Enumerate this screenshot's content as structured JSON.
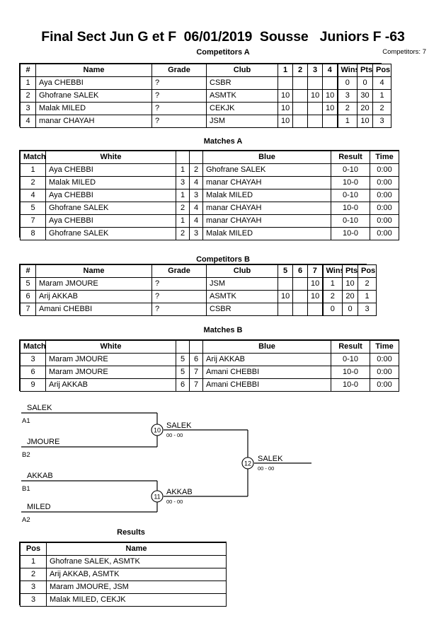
{
  "header": {
    "title": "Final Sect Jun G et F  06/01/2019  Sousse   Juniors F -63",
    "competitors_label": "Competitors: 7"
  },
  "sections": {
    "competitors_a": "Competitors A",
    "matches_a": "Matches A",
    "competitors_b": "Competitors B",
    "matches_b": "Matches B",
    "results": "Results"
  },
  "competitors_a": {
    "columns": [
      "#",
      "Name",
      "Grade",
      "Club",
      "1",
      "2",
      "3",
      "4",
      "Wins",
      "Pts",
      "Pos"
    ],
    "rows": [
      {
        "num": "1",
        "name": "Aya CHEBBI",
        "grade": "?",
        "club": "CSBR",
        "m1": "",
        "m2": "",
        "m3": "",
        "m4": "",
        "wins": "0",
        "pts": "0",
        "pos": "4"
      },
      {
        "num": "2",
        "name": "Ghofrane SALEK",
        "grade": "?",
        "club": "ASMTK",
        "m1": "10",
        "m2": "",
        "m3": "10",
        "m4": "10",
        "wins": "3",
        "pts": "30",
        "pos": "1"
      },
      {
        "num": "3",
        "name": "Malak MILED",
        "grade": "?",
        "club": "CEKJK",
        "m1": "10",
        "m2": "",
        "m3": "",
        "m4": "10",
        "wins": "2",
        "pts": "20",
        "pos": "2"
      },
      {
        "num": "4",
        "name": "manar CHAYAH",
        "grade": "?",
        "club": "JSM",
        "m1": "10",
        "m2": "",
        "m3": "",
        "m4": "",
        "wins": "1",
        "pts": "10",
        "pos": "3"
      }
    ]
  },
  "matches_a": {
    "columns": [
      "Match",
      "White",
      "",
      "",
      "Blue",
      "Result",
      "Time"
    ],
    "rows": [
      {
        "match": "1",
        "white": "Aya CHEBBI",
        "ws": "1",
        "bs": "2",
        "blue": "Ghofrane SALEK",
        "result": "0-10",
        "time": "0:00"
      },
      {
        "match": "2",
        "white": "Malak MILED",
        "ws": "3",
        "bs": "4",
        "blue": "manar CHAYAH",
        "result": "10-0",
        "time": "0:00"
      },
      {
        "match": "4",
        "white": "Aya CHEBBI",
        "ws": "1",
        "bs": "3",
        "blue": "Malak MILED",
        "result": "0-10",
        "time": "0:00"
      },
      {
        "match": "5",
        "white": "Ghofrane SALEK",
        "ws": "2",
        "bs": "4",
        "blue": "manar CHAYAH",
        "result": "10-0",
        "time": "0:00"
      },
      {
        "match": "7",
        "white": "Aya CHEBBI",
        "ws": "1",
        "bs": "4",
        "blue": "manar CHAYAH",
        "result": "0-10",
        "time": "0:00"
      },
      {
        "match": "8",
        "white": "Ghofrane SALEK",
        "ws": "2",
        "bs": "3",
        "blue": "Malak MILED",
        "result": "10-0",
        "time": "0:00"
      }
    ]
  },
  "competitors_b": {
    "columns": [
      "#",
      "Name",
      "Grade",
      "Club",
      "5",
      "6",
      "7",
      "Wins",
      "Pts",
      "Pos"
    ],
    "rows": [
      {
        "num": "5",
        "name": "Maram JMOURE",
        "grade": "?",
        "club": "JSM",
        "m5": "",
        "m6": "",
        "m7": "10",
        "wins": "1",
        "pts": "10",
        "pos": "2"
      },
      {
        "num": "6",
        "name": "Arij AKKAB",
        "grade": "?",
        "club": "ASMTK",
        "m5": "10",
        "m6": "",
        "m7": "10",
        "wins": "2",
        "pts": "20",
        "pos": "1"
      },
      {
        "num": "7",
        "name": "Amani CHEBBI",
        "grade": "?",
        "club": "CSBR",
        "m5": "",
        "m6": "",
        "m7": "",
        "wins": "0",
        "pts": "0",
        "pos": "3"
      }
    ]
  },
  "matches_b": {
    "columns": [
      "Match",
      "White",
      "",
      "",
      "Blue",
      "Result",
      "Time"
    ],
    "rows": [
      {
        "match": "3",
        "white": "Maram JMOURE",
        "ws": "5",
        "bs": "6",
        "blue": "Arij AKKAB",
        "result": "0-10",
        "time": "0:00"
      },
      {
        "match": "6",
        "white": "Maram JMOURE",
        "ws": "5",
        "bs": "7",
        "blue": "Amani CHEBBI",
        "result": "10-0",
        "time": "0:00"
      },
      {
        "match": "9",
        "white": "Arij AKKAB",
        "ws": "6",
        "bs": "7",
        "blue": "Amani CHEBBI",
        "result": "10-0",
        "time": "0:00"
      }
    ]
  },
  "bracket": {
    "entrants": [
      {
        "name": "SALEK",
        "seed": "A1"
      },
      {
        "name": "JMOURE",
        "seed": "B2"
      },
      {
        "name": "AKKAB",
        "seed": "B1"
      },
      {
        "name": "MILED",
        "seed": "A2"
      }
    ],
    "semis": [
      {
        "number": "10",
        "winner": "SALEK",
        "score": "00 - 00"
      },
      {
        "number": "11",
        "winner": "AKKAB",
        "score": "00 - 00"
      }
    ],
    "final": {
      "number": "12",
      "winner": "SALEK",
      "score": "00 - 00"
    }
  },
  "results": {
    "columns": [
      "Pos",
      "Name"
    ],
    "rows": [
      {
        "pos": "1",
        "name": "Ghofrane SALEK, ASMTK"
      },
      {
        "pos": "2",
        "name": "Arij AKKAB, ASMTK"
      },
      {
        "pos": "3",
        "name": "Maram JMOURE, JSM"
      },
      {
        "pos": "3",
        "name": "Malak MILED, CEKJK"
      }
    ]
  }
}
